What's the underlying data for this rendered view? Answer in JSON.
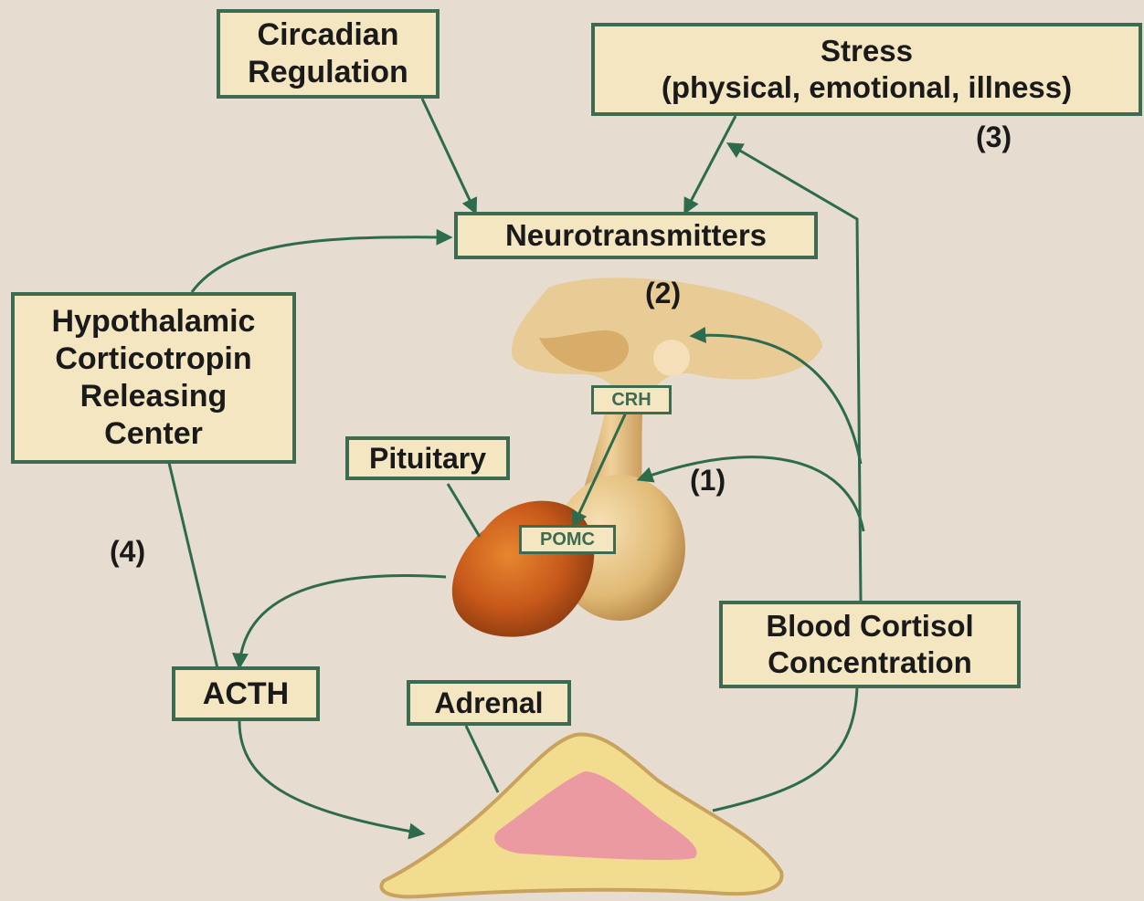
{
  "boxes": {
    "circadian": "Circadian\nRegulation",
    "stress": "Stress\n(physical, emotional, illness)",
    "neurotransmitters": "Neurotransmitters",
    "hypothalamic": "Hypothalamic\nCorticotropin\nReleasing\nCenter",
    "pituitary": "Pituitary",
    "crh": "CRH",
    "pomc": "POMC",
    "acth": "ACTH",
    "adrenal": "Adrenal",
    "cortisol": "Blood Cortisol\nConcentration"
  },
  "markers": {
    "one": "(1)",
    "two": "(2)",
    "three": "(3)",
    "four": "(4)"
  },
  "colors": {
    "background": "#e6ddd0",
    "box_fill": "#f3e6c1",
    "box_border": "#3d6b52",
    "arrow": "#2e6b4d",
    "pituitary_anterior": "#c7581a",
    "pituitary_posterior": "#e3bd7f",
    "adrenal_cortex": "#f2dc8f",
    "adrenal_medulla": "#ec9aa2"
  }
}
